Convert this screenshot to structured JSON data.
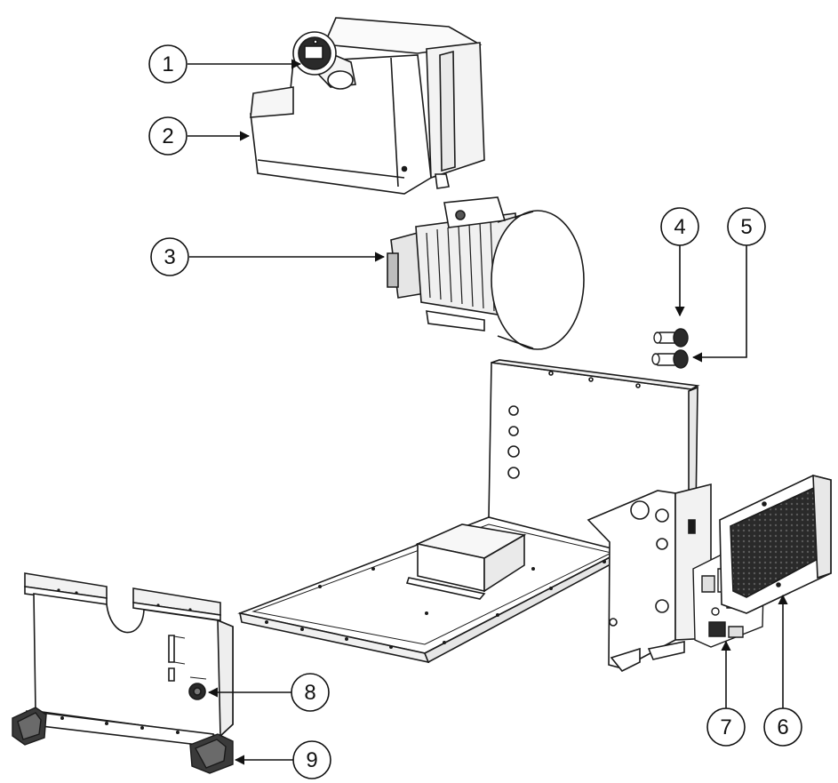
{
  "diagram": {
    "callouts": [
      {
        "id": "1",
        "label": "1"
      },
      {
        "id": "2",
        "label": "2"
      },
      {
        "id": "3",
        "label": "3"
      },
      {
        "id": "4",
        "label": "4"
      },
      {
        "id": "5",
        "label": "5"
      },
      {
        "id": "6",
        "label": "6"
      },
      {
        "id": "7",
        "label": "7"
      },
      {
        "id": "8",
        "label": "8"
      },
      {
        "id": "9",
        "label": "9"
      }
    ],
    "colors": {
      "line": "#1a1a1a",
      "fill": "#ffffff",
      "shade": "#d9d9d9",
      "dark": "#2a2a2a"
    }
  }
}
